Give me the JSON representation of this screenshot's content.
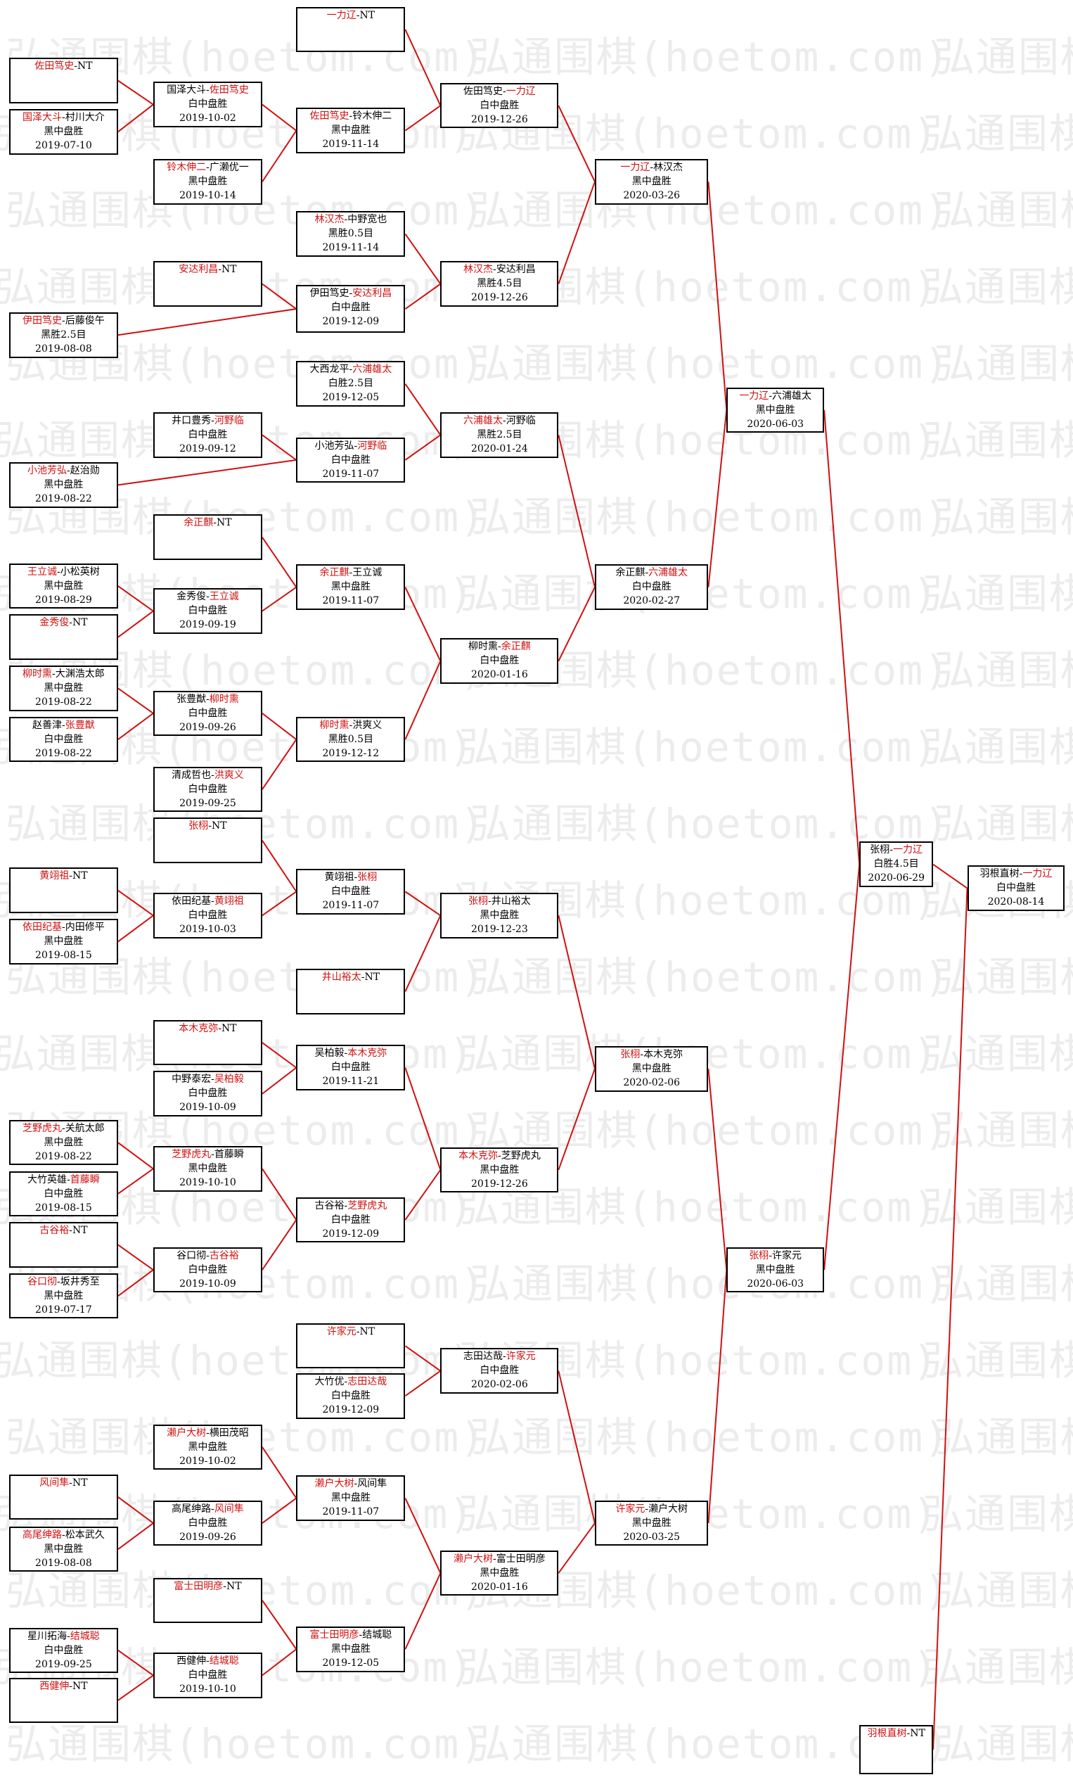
{
  "watermark": "弘通围棋(hoetom.com)",
  "colors": {
    "line": "#d01010",
    "winner": "#d01010",
    "border": "#000000",
    "text": "#000000"
  },
  "boxes": [
    {
      "id": "a1",
      "p1": "一力辽",
      "p2": "NT",
      "win": 1,
      "result": "",
      "date": ""
    },
    {
      "id": "a2",
      "p1": "佐田笃史",
      "p2": "NT",
      "win": 1,
      "result": "",
      "date": ""
    },
    {
      "id": "a3",
      "p1": "国泽大斗",
      "p2": "村川大介",
      "win": 1,
      "result": "黑中盘胜",
      "date": "2019-07-10"
    },
    {
      "id": "a4",
      "p1": "国泽大斗",
      "p2": "佐田笃史",
      "win": 2,
      "result": "白中盘胜",
      "date": "2019-10-02"
    },
    {
      "id": "a5",
      "p1": "铃木伸二",
      "p2": "广濑优一",
      "win": 1,
      "result": "黑中盘胜",
      "date": "2019-10-14"
    },
    {
      "id": "a6",
      "p1": "佐田笃史",
      "p2": "铃木伸二",
      "win": 1,
      "result": "黑中盘胜",
      "date": "2019-11-14"
    },
    {
      "id": "a7",
      "p1": "佐田笃史",
      "p2": "一力辽",
      "win": 2,
      "result": "白中盘胜",
      "date": "2019-12-26"
    },
    {
      "id": "a8",
      "p1": "林汉杰",
      "p2": "中野宽也",
      "win": 1,
      "result": "黑胜0.5目",
      "date": "2019-11-14"
    },
    {
      "id": "a9",
      "p1": "安达利昌",
      "p2": "NT",
      "win": 1,
      "result": "",
      "date": ""
    },
    {
      "id": "a10",
      "p1": "伊田笃史",
      "p2": "安达利昌",
      "win": 2,
      "result": "白中盘胜",
      "date": "2019-12-09"
    },
    {
      "id": "a11",
      "p1": "伊田笃史",
      "p2": "后藤俊午",
      "win": 1,
      "result": "黑胜2.5目",
      "date": "2019-08-08"
    },
    {
      "id": "a12",
      "p1": "林汉杰",
      "p2": "安达利昌",
      "win": 1,
      "result": "黑胜4.5目",
      "date": "2019-12-26"
    },
    {
      "id": "a13",
      "p1": "一力辽",
      "p2": "林汉杰",
      "win": 1,
      "result": "黑中盘胜",
      "date": "2020-03-26"
    },
    {
      "id": "b1",
      "p1": "大西龙平",
      "p2": "六浦雄太",
      "win": 2,
      "result": "白胜2.5目",
      "date": "2019-12-05"
    },
    {
      "id": "b2",
      "p1": "井口豊秀",
      "p2": "河野临",
      "win": 2,
      "result": "白中盘胜",
      "date": "2019-09-12"
    },
    {
      "id": "b3",
      "p1": "小池芳弘",
      "p2": "河野临",
      "win": 2,
      "result": "白中盘胜",
      "date": "2019-11-07"
    },
    {
      "id": "b4",
      "p1": "小池芳弘",
      "p2": "赵治勋",
      "win": 1,
      "result": "黑中盘胜",
      "date": "2019-08-22"
    },
    {
      "id": "b5",
      "p1": "六浦雄太",
      "p2": "河野临",
      "win": 1,
      "result": "黑胜2.5目",
      "date": "2020-01-24"
    },
    {
      "id": "b6",
      "p1": "余正麒",
      "p2": "NT",
      "win": 1,
      "result": "",
      "date": ""
    },
    {
      "id": "b7",
      "p1": "王立诚",
      "p2": "小松英树",
      "win": 1,
      "result": "黑中盘胜",
      "date": "2019-08-29"
    },
    {
      "id": "b8",
      "p1": "余正麒",
      "p2": "王立诚",
      "win": 1,
      "result": "黑中盘胜",
      "date": "2019-11-07"
    },
    {
      "id": "b9",
      "p1": "金秀俊",
      "p2": "王立诚",
      "win": 2,
      "result": "白中盘胜",
      "date": "2019-09-19"
    },
    {
      "id": "b10",
      "p1": "金秀俊",
      "p2": "NT",
      "win": 1,
      "result": "",
      "date": ""
    },
    {
      "id": "b11",
      "p1": "柳时熏",
      "p2": "大渊浩太郎",
      "win": 1,
      "result": "黑中盘胜",
      "date": "2019-08-22"
    },
    {
      "id": "b12",
      "p1": "张豊猷",
      "p2": "柳时熏",
      "win": 2,
      "result": "白中盘胜",
      "date": "2019-09-26"
    },
    {
      "id": "b13",
      "p1": "赵善津",
      "p2": "张豊猷",
      "win": 2,
      "result": "白中盘胜",
      "date": "2019-08-22"
    },
    {
      "id": "b14",
      "p1": "柳时熏",
      "p2": "洪爽义",
      "win": 1,
      "result": "黑胜0.5目",
      "date": "2019-12-12"
    },
    {
      "id": "b15",
      "p1": "清成哲也",
      "p2": "洪爽义",
      "win": 2,
      "result": "白中盘胜",
      "date": "2019-09-25"
    },
    {
      "id": "b16",
      "p1": "柳时熏",
      "p2": "余正麒",
      "win": 2,
      "result": "白中盘胜",
      "date": "2020-01-16"
    },
    {
      "id": "b17",
      "p1": "余正麒",
      "p2": "六浦雄太",
      "win": 2,
      "result": "白中盘胜",
      "date": "2020-02-27"
    },
    {
      "id": "b18",
      "p1": "一力辽",
      "p2": "六浦雄太",
      "win": 1,
      "result": "黑中盘胜",
      "date": "2020-06-03"
    },
    {
      "id": "c1",
      "p1": "张栩",
      "p2": "NT",
      "win": 1,
      "result": "",
      "date": ""
    },
    {
      "id": "c2",
      "p1": "黄翊祖",
      "p2": "NT",
      "win": 1,
      "result": "",
      "date": ""
    },
    {
      "id": "c3",
      "p1": "黄翊祖",
      "p2": "张栩",
      "win": 2,
      "result": "白中盘胜",
      "date": "2019-11-07"
    },
    {
      "id": "c4",
      "p1": "依田纪基",
      "p2": "黄翊祖",
      "win": 2,
      "result": "白中盘胜",
      "date": "2019-10-03"
    },
    {
      "id": "c5",
      "p1": "依田纪基",
      "p2": "内田修平",
      "win": 1,
      "result": "黑中盘胜",
      "date": "2019-08-15"
    },
    {
      "id": "c6",
      "p1": "张栩",
      "p2": "井山裕太",
      "win": 1,
      "result": "黑中盘胜",
      "date": "2019-12-23"
    },
    {
      "id": "c7",
      "p1": "井山裕太",
      "p2": "NT",
      "win": 1,
      "result": "",
      "date": ""
    },
    {
      "id": "c8",
      "p1": "本木克弥",
      "p2": "NT",
      "win": 1,
      "result": "",
      "date": ""
    },
    {
      "id": "c9",
      "p1": "吴柏毅",
      "p2": "本木克弥",
      "win": 2,
      "result": "白中盘胜",
      "date": "2019-11-21"
    },
    {
      "id": "c10",
      "p1": "中野泰宏",
      "p2": "吴柏毅",
      "win": 2,
      "result": "白中盘胜",
      "date": "2019-10-09"
    },
    {
      "id": "c11",
      "p1": "张栩",
      "p2": "本木克弥",
      "win": 1,
      "result": "黑中盘胜",
      "date": "2020-02-06"
    },
    {
      "id": "c12",
      "p1": "芝野虎丸",
      "p2": "关航太郎",
      "win": 1,
      "result": "黑中盘胜",
      "date": "2019-08-22"
    },
    {
      "id": "c13",
      "p1": "芝野虎丸",
      "p2": "首藤瞬",
      "win": 1,
      "result": "黑中盘胜",
      "date": "2019-10-10"
    },
    {
      "id": "c14",
      "p1": "大竹英雄",
      "p2": "首藤瞬",
      "win": 2,
      "result": "白中盘胜",
      "date": "2019-08-15"
    },
    {
      "id": "c15",
      "p1": "本木克弥",
      "p2": "芝野虎丸",
      "win": 1,
      "result": "黑中盘胜",
      "date": "2019-12-26"
    },
    {
      "id": "c16",
      "p1": "古谷裕",
      "p2": "芝野虎丸",
      "win": 2,
      "result": "白中盘胜",
      "date": "2019-12-09"
    },
    {
      "id": "c17",
      "p1": "古谷裕",
      "p2": "NT",
      "win": 1,
      "result": "",
      "date": ""
    },
    {
      "id": "c18",
      "p1": "谷口彻",
      "p2": "古谷裕",
      "win": 2,
      "result": "白中盘胜",
      "date": "2019-10-09"
    },
    {
      "id": "c19",
      "p1": "谷口彻",
      "p2": "坂井秀至",
      "win": 1,
      "result": "黑中盘胜",
      "date": "2019-07-17"
    },
    {
      "id": "c20",
      "p1": "张栩",
      "p2": "许家元",
      "win": 1,
      "result": "黑中盘胜",
      "date": "2020-06-03"
    },
    {
      "id": "d1",
      "p1": "许家元",
      "p2": "NT",
      "win": 1,
      "result": "",
      "date": ""
    },
    {
      "id": "d2",
      "p1": "志田达哉",
      "p2": "许家元",
      "win": 2,
      "result": "白中盘胜",
      "date": "2020-02-06"
    },
    {
      "id": "d3",
      "p1": "大竹优",
      "p2": "志田达哉",
      "win": 2,
      "result": "白中盘胜",
      "date": "2019-12-09"
    },
    {
      "id": "d4",
      "p1": "濑户大树",
      "p2": "横田茂昭",
      "win": 1,
      "result": "黑中盘胜",
      "date": "2019-10-02"
    },
    {
      "id": "d5",
      "p1": "风间隼",
      "p2": "NT",
      "win": 1,
      "result": "",
      "date": ""
    },
    {
      "id": "d6",
      "p1": "濑户大树",
      "p2": "风间隼",
      "win": 1,
      "result": "黑中盘胜",
      "date": "2019-11-07"
    },
    {
      "id": "d7",
      "p1": "高尾绅路",
      "p2": "风间隼",
      "win": 2,
      "result": "白中盘胜",
      "date": "2019-09-26"
    },
    {
      "id": "d8",
      "p1": "高尾绅路",
      "p2": "松本武久",
      "win": 1,
      "result": "黑中盘胜",
      "date": "2019-08-08"
    },
    {
      "id": "d9",
      "p1": "许家元",
      "p2": "濑户大树",
      "win": 1,
      "result": "黑中盘胜",
      "date": "2020-03-25"
    },
    {
      "id": "d10",
      "p1": "濑户大树",
      "p2": "富士田明彦",
      "win": 1,
      "result": "黑中盘胜",
      "date": "2020-01-16"
    },
    {
      "id": "d11",
      "p1": "富士田明彦",
      "p2": "NT",
      "win": 1,
      "result": "",
      "date": ""
    },
    {
      "id": "d12",
      "p1": "富士田明彦",
      "p2": "结城聪",
      "win": 1,
      "result": "黑中盘胜",
      "date": "2019-12-05"
    },
    {
      "id": "d13",
      "p1": "星川拓海",
      "p2": "结城聪",
      "win": 2,
      "result": "白中盘胜",
      "date": "2019-09-25"
    },
    {
      "id": "d14",
      "p1": "西健伸",
      "p2": "结城聪",
      "win": 2,
      "result": "白中盘胜",
      "date": "2019-10-10"
    },
    {
      "id": "d15",
      "p1": "西健伸",
      "p2": "NT",
      "win": 1,
      "result": "",
      "date": ""
    },
    {
      "id": "s1",
      "p1": "张栩",
      "p2": "一力辽",
      "win": 2,
      "result": "白胜4.5目",
      "date": "2020-06-29"
    },
    {
      "id": "f1",
      "p1": "羽根直树",
      "p2": "一力辽",
      "win": 2,
      "result": "白中盘胜",
      "date": "2020-08-14"
    },
    {
      "id": "f2",
      "p1": "羽根直树",
      "p2": "NT",
      "win": 1,
      "result": "",
      "date": ""
    }
  ]
}
